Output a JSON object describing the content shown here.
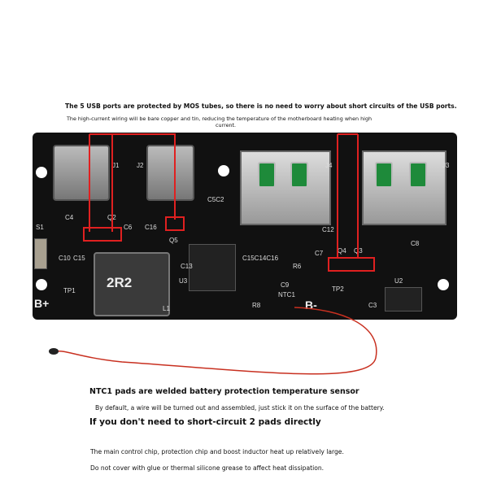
{
  "annotations": {
    "usb_protection": "The 5 USB ports are protected by MOS tubes, so there is no need to worry about short circuits of the USB ports.",
    "wiring_line1": "The high-current wiring will be bare copper and tin, reducing the temperature of the motherboard heating when high",
    "wiring_line2": "current.",
    "ntc_title": "NTC1 pads are welded battery protection temperature sensor",
    "ntc_default": "By default, a wire will be turned out and assembled, just stick it on the surface of the battery.",
    "ntc_short": "If you don't need to short-circuit 2 pads directly",
    "heat_line1": "The main control chip, protection chip and boost inductor heat up relatively large.",
    "heat_line2": "Do not cover with glue or thermal silicone grease to affect heat dissipation."
  },
  "board": {
    "labels": {
      "j1": "J1",
      "j2": "J2",
      "j4": "J4",
      "j3": "J3",
      "c4": "C4",
      "q2": "Q2",
      "c6": "C6",
      "c16": "C16",
      "c5c2": "C5C2",
      "q5": "Q5",
      "s1": "S1",
      "c10": "C10",
      "c15": "C15",
      "tp1": "TP1",
      "bplus": "B+",
      "inductor": "2R2",
      "l1": "L1",
      "u3": "U3",
      "c13": "C13",
      "c15c14c16": "C15C14C16",
      "r6": "R6",
      "c9": "C9",
      "r8": "R8",
      "ntc1": "NTC1",
      "bminus": "B-",
      "tp2": "TP2",
      "u2": "U2",
      "c3": "C3",
      "c7": "C7",
      "q4": "Q4",
      "q3": "Q3",
      "c12": "C12",
      "c8": "C8"
    }
  },
  "colors": {
    "board": "#111111",
    "highlight": "#e02020",
    "tab": "#1e8a3a"
  }
}
